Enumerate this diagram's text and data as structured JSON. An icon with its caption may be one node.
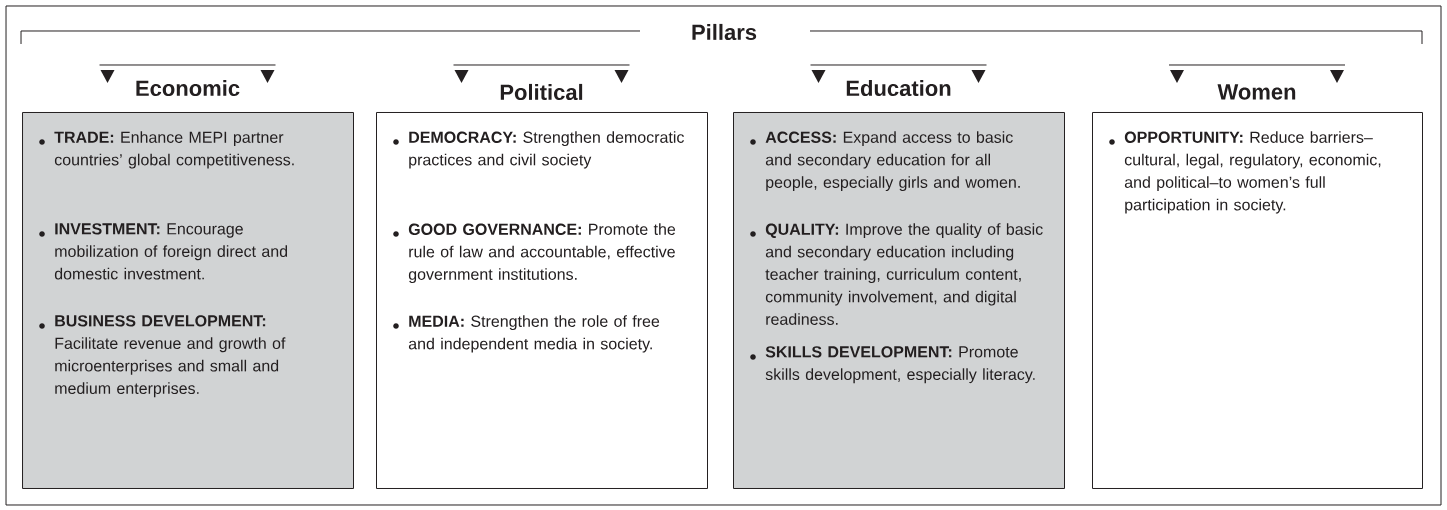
{
  "diagram": {
    "title": "Pillars",
    "nodes": [
      {
        "text": [
          "Economic",
          "**TRADE:** Enhance MEPI partner countries’ global competitiveness.",
          "**INVESTMENT:** Encourage mobilization of foreign direct and domestic investment.",
          "**BUSINESS DEVELOPMENT:** Facilitate revenue and growth of microenterprises and small and medium enterprises."
        ]
      },
      {
        "text": [
          "Political",
          "**DEMOCRACY:** Strengthen democratic practices and civil society",
          "**GOOD GOVERNANCE:** Promote the rule of law and accountable, effective government institutions.",
          "**MEDIA:** Strengthen the role of free and independent media in society."
        ]
      },
      {
        "text": [
          "Education",
          "**ACCESS:** Expand access to basic and secondary education for all people, especially girls and women.",
          "**QUALITY:** Improve the quality of basic and secondary education including teacher training, curriculum content, community involvement, and digital readiness.",
          "**SKILLS DEVELOPMENT:** Promote skills development, especially literacy."
        ]
      },
      {
        "text": [
          "Women",
          "**OPPORTUNITY:** Reduce barriers–cultural, legal, regulatory, economic, and political–to women’s full participation in society."
        ]
      }
    ]
  }
}
